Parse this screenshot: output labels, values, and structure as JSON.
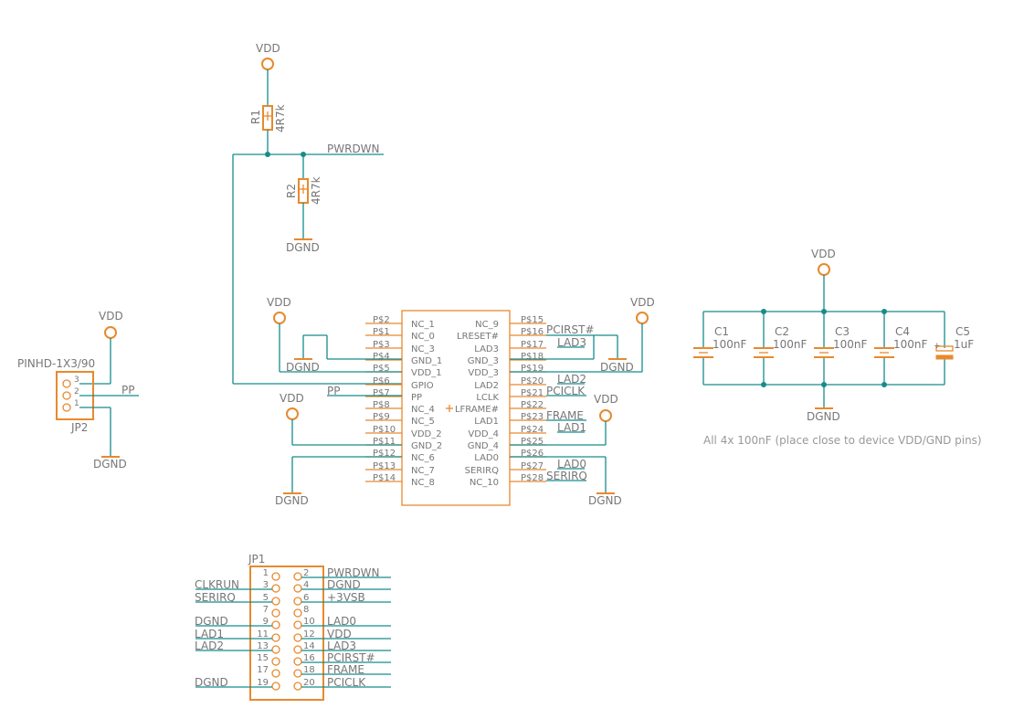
{
  "labels": {
    "vdd": "VDD",
    "dgnd": "DGND",
    "pwrdwn": "PWRDWN",
    "pp": "PP",
    "r1_name": "R1",
    "r1_value": "4R7k",
    "r2_name": "R2",
    "r2_value": "4R7k",
    "jp2_value": "PINHD-1X3/90",
    "jp2_name": "JP2",
    "jp1_name": "JP1",
    "c1": "C1",
    "c2": "C2",
    "c3": "C3",
    "c4": "C4",
    "c5": "C5",
    "cap_100n": "100nF",
    "cap_1u": "1uF",
    "note": "All 4x 100nF (place close to device VDD/GND pins)",
    "net_pcirst": "PCIRST#",
    "net_lad3": "LAD3",
    "net_lad2": "LAD2",
    "net_pciclk": "PCICLK",
    "net_frame": "FRAME",
    "net_lad1": "LAD1",
    "net_lad0": "LAD0",
    "net_serirq": "SERIRQ"
  },
  "jp2_pins": [
    "3",
    "2",
    "1"
  ],
  "ic_left_pins": [
    {
      "num": "P$2",
      "name": "NC_1"
    },
    {
      "num": "P$1",
      "name": "NC_0"
    },
    {
      "num": "P$3",
      "name": "NC_3"
    },
    {
      "num": "P$4",
      "name": "GND_1"
    },
    {
      "num": "P$5",
      "name": "VDD_1"
    },
    {
      "num": "P$6",
      "name": "GPIO"
    },
    {
      "num": "P$7",
      "name": "PP"
    },
    {
      "num": "P$8",
      "name": "NC_4"
    },
    {
      "num": "P$9",
      "name": "NC_5"
    },
    {
      "num": "P$10",
      "name": "VDD_2"
    },
    {
      "num": "P$11",
      "name": "GND_2"
    },
    {
      "num": "P$12",
      "name": "NC_6"
    },
    {
      "num": "P$13",
      "name": "NC_7"
    },
    {
      "num": "P$14",
      "name": "NC_8"
    }
  ],
  "ic_right_pins": [
    {
      "num": "P$15",
      "name": "NC_9"
    },
    {
      "num": "P$16",
      "name": "LRESET#"
    },
    {
      "num": "P$17",
      "name": "LAD3"
    },
    {
      "num": "P$18",
      "name": "GND_3"
    },
    {
      "num": "P$19",
      "name": "VDD_3"
    },
    {
      "num": "P$20",
      "name": "LAD2"
    },
    {
      "num": "P$21",
      "name": "LCLK"
    },
    {
      "num": "P$22",
      "name": "LFRAME#"
    },
    {
      "num": "P$23",
      "name": "LAD1"
    },
    {
      "num": "P$24",
      "name": "VDD_4"
    },
    {
      "num": "P$25",
      "name": "GND_4"
    },
    {
      "num": "P$26",
      "name": "LAD0"
    },
    {
      "num": "P$27",
      "name": "SERIRQ"
    },
    {
      "num": "P$28",
      "name": "NC_10"
    }
  ],
  "jp1_rows": [
    {
      "l": "1",
      "r": "2",
      "lnet": "",
      "rnet": "PWRDWN"
    },
    {
      "l": "3",
      "r": "4",
      "lnet": "CLKRUN",
      "rnet": "DGND"
    },
    {
      "l": "5",
      "r": "6",
      "lnet": "SERIRQ",
      "rnet": "+3VSB"
    },
    {
      "l": "7",
      "r": "8",
      "lnet": "",
      "rnet": ""
    },
    {
      "l": "9",
      "r": "10",
      "lnet": "DGND",
      "rnet": "LAD0"
    },
    {
      "l": "11",
      "r": "12",
      "lnet": "LAD1",
      "rnet": "VDD"
    },
    {
      "l": "13",
      "r": "14",
      "lnet": "LAD2",
      "rnet": "LAD3"
    },
    {
      "l": "15",
      "r": "16",
      "lnet": "",
      "rnet": "PCIRST#"
    },
    {
      "l": "17",
      "r": "18",
      "lnet": "",
      "rnet": "FRAME"
    },
    {
      "l": "19",
      "r": "20",
      "lnet": "DGND",
      "rnet": "PCICLK"
    }
  ]
}
